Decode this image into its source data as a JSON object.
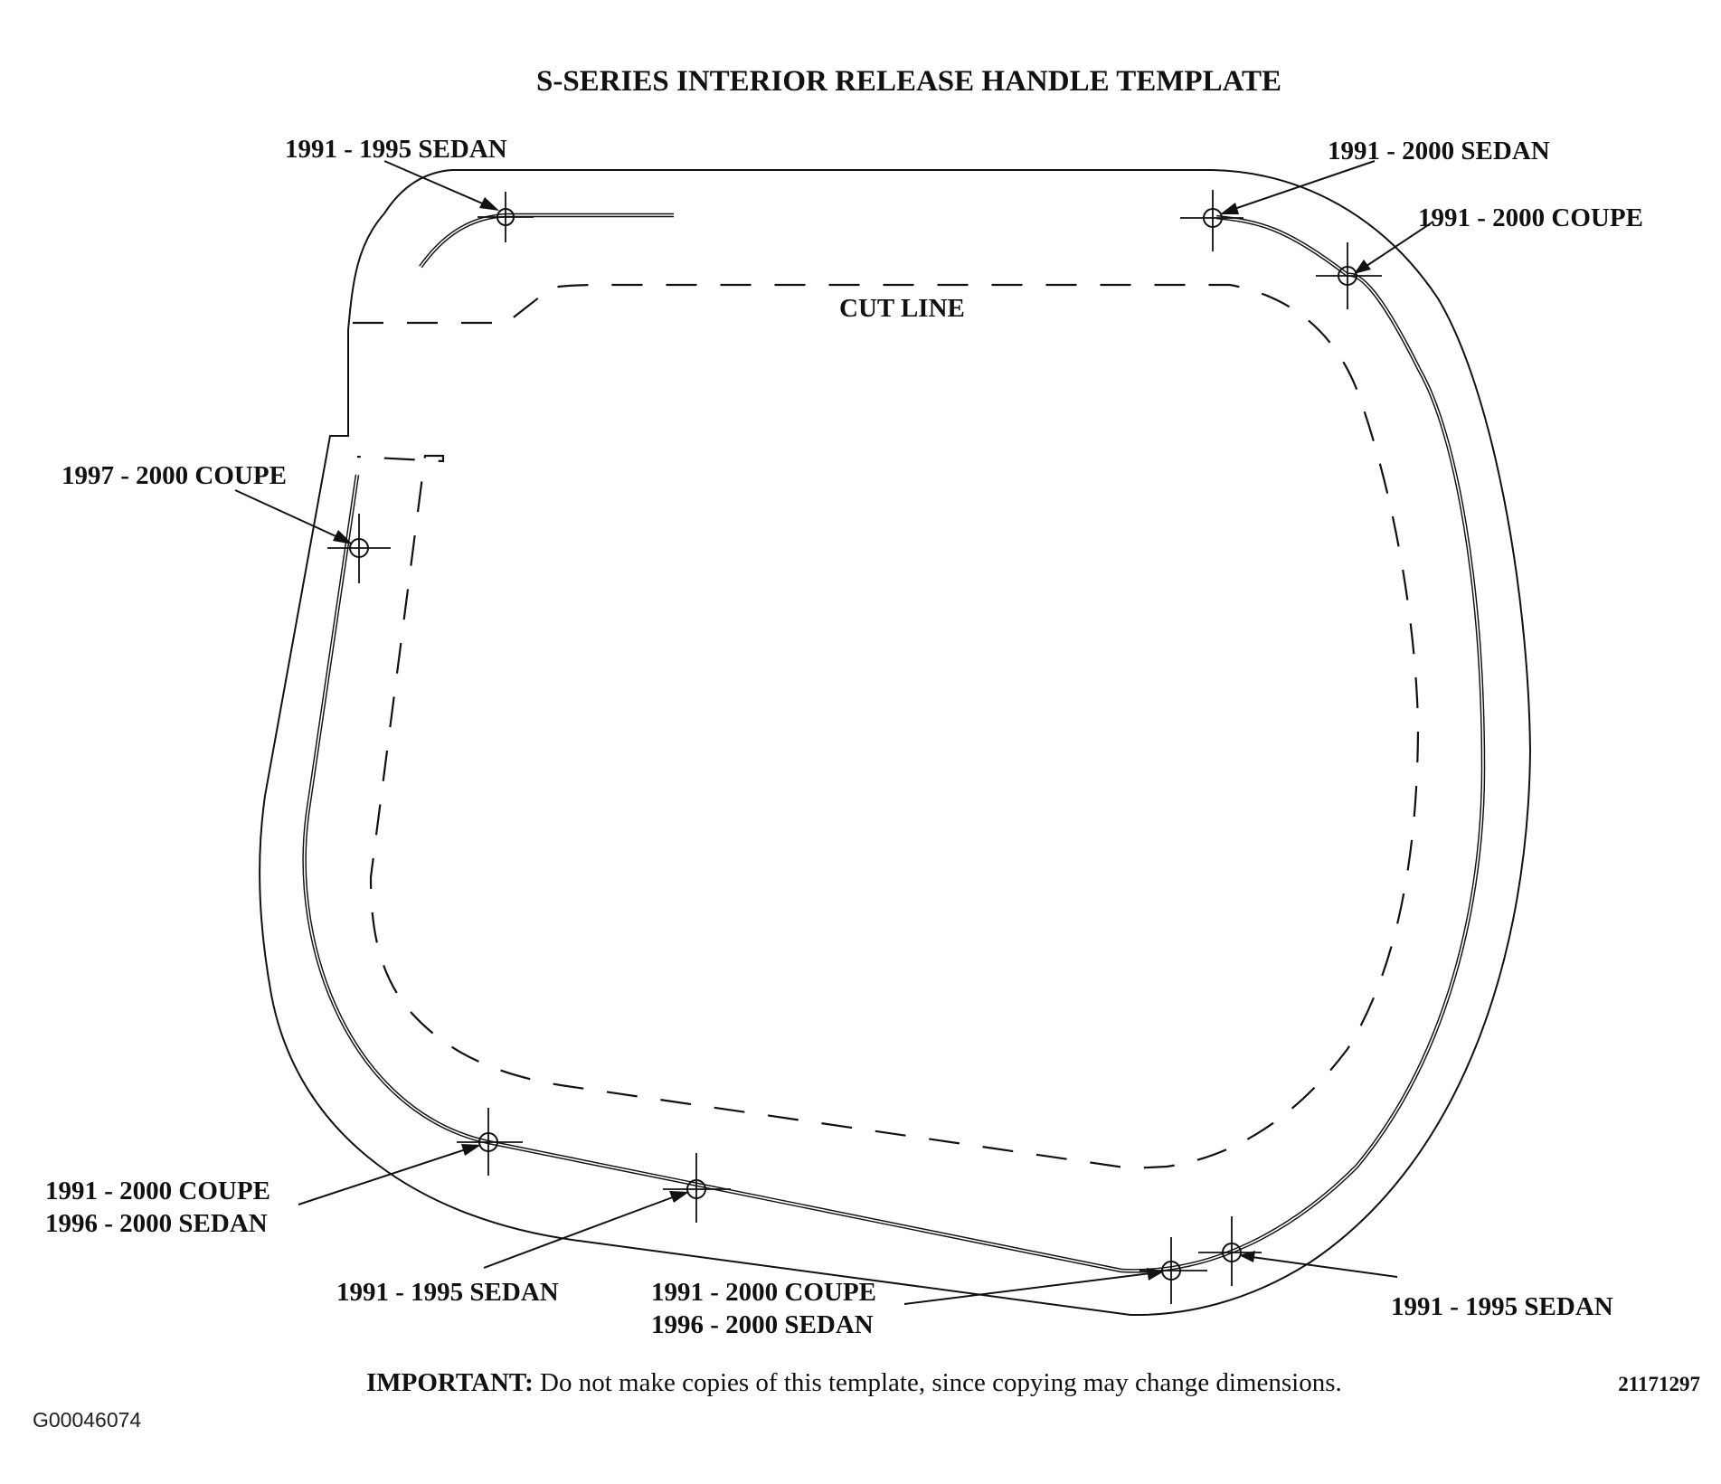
{
  "title": "S-SERIES INTERIOR RELEASE HANDLE TEMPLATE",
  "cut_line_label": "CUT LINE",
  "labels": {
    "top_left_sedan": "1991 - 1995 SEDAN",
    "top_right_sedan": "1991 - 2000 SEDAN",
    "top_right_coupe": "1991 - 2000 COUPE",
    "left_coupe": "1997 - 2000 COUPE",
    "bottom_left_line1": "1991 - 2000 COUPE",
    "bottom_left_line2": "1996 - 2000 SEDAN",
    "bottom_mid_sedan": "1991 - 1995 SEDAN",
    "bottom_center_line1": "1991 - 2000 COUPE",
    "bottom_center_line2": "1996 - 2000 SEDAN",
    "bottom_right_sedan": "1991 - 1995 SEDAN"
  },
  "note": {
    "bold": "IMPORTANT:",
    "text": " Do not make copies of this template, since copying may change dimensions."
  },
  "part_number": "21171297",
  "figure_id": "G00046074"
}
